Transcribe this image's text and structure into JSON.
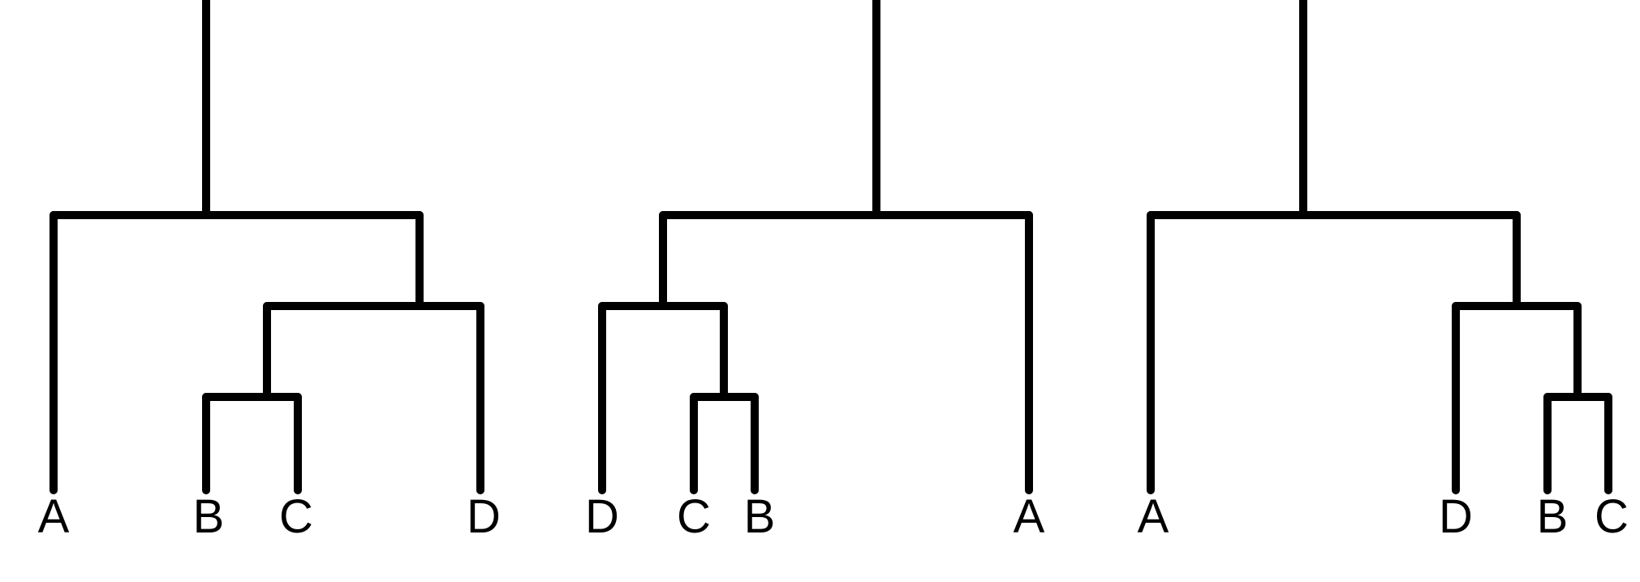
{
  "colors": {
    "line": "#000000",
    "background": "#ffffff"
  },
  "trees": [
    {
      "leaves": [
        "A",
        "B",
        "C",
        "D"
      ],
      "topology": "(A,((B,C),D))"
    },
    {
      "leaves": [
        "D",
        "C",
        "B",
        "A"
      ],
      "topology": "((D,(C,B)),A)"
    },
    {
      "leaves": [
        "A",
        "D",
        "B",
        "C"
      ],
      "topology": "(A,(D,(B,C)))"
    }
  ]
}
